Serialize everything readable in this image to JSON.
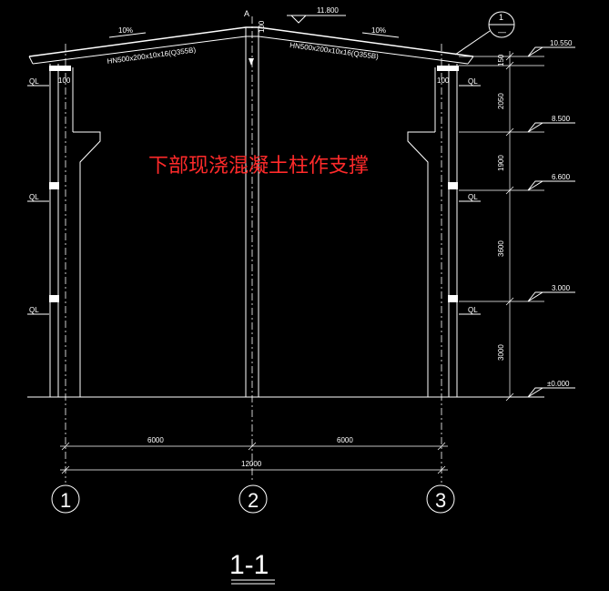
{
  "annotation": "下部现浇混凝土柱作支撑",
  "section_title": "1-1",
  "section_marker": {
    "number": "1",
    "sub": "—"
  },
  "axis_marker": "A",
  "axes": [
    "1",
    "2",
    "3"
  ],
  "dimensions": {
    "span_left": "6000",
    "span_right": "6000",
    "total": "12000"
  },
  "beams": {
    "left": "HN500x200x10x16(Q355B)",
    "right": "HN500x200x10x16(Q355B)"
  },
  "slopes": {
    "left": "10%",
    "right": "10%"
  },
  "ridge_label": "100",
  "eave_labels": {
    "left": "100",
    "right": "100"
  },
  "ridge_elevation": "11.800",
  "elevations": [
    "10.550",
    "8.500",
    "6.600",
    "3.000",
    "±0.000"
  ],
  "vertical_dims": [
    "150",
    "2050",
    "1900",
    "3600",
    "3000"
  ],
  "ql_label": "QL",
  "colors": {
    "background": "#000000",
    "lines": "#ffffff",
    "annotation": "#ff2a2a"
  }
}
